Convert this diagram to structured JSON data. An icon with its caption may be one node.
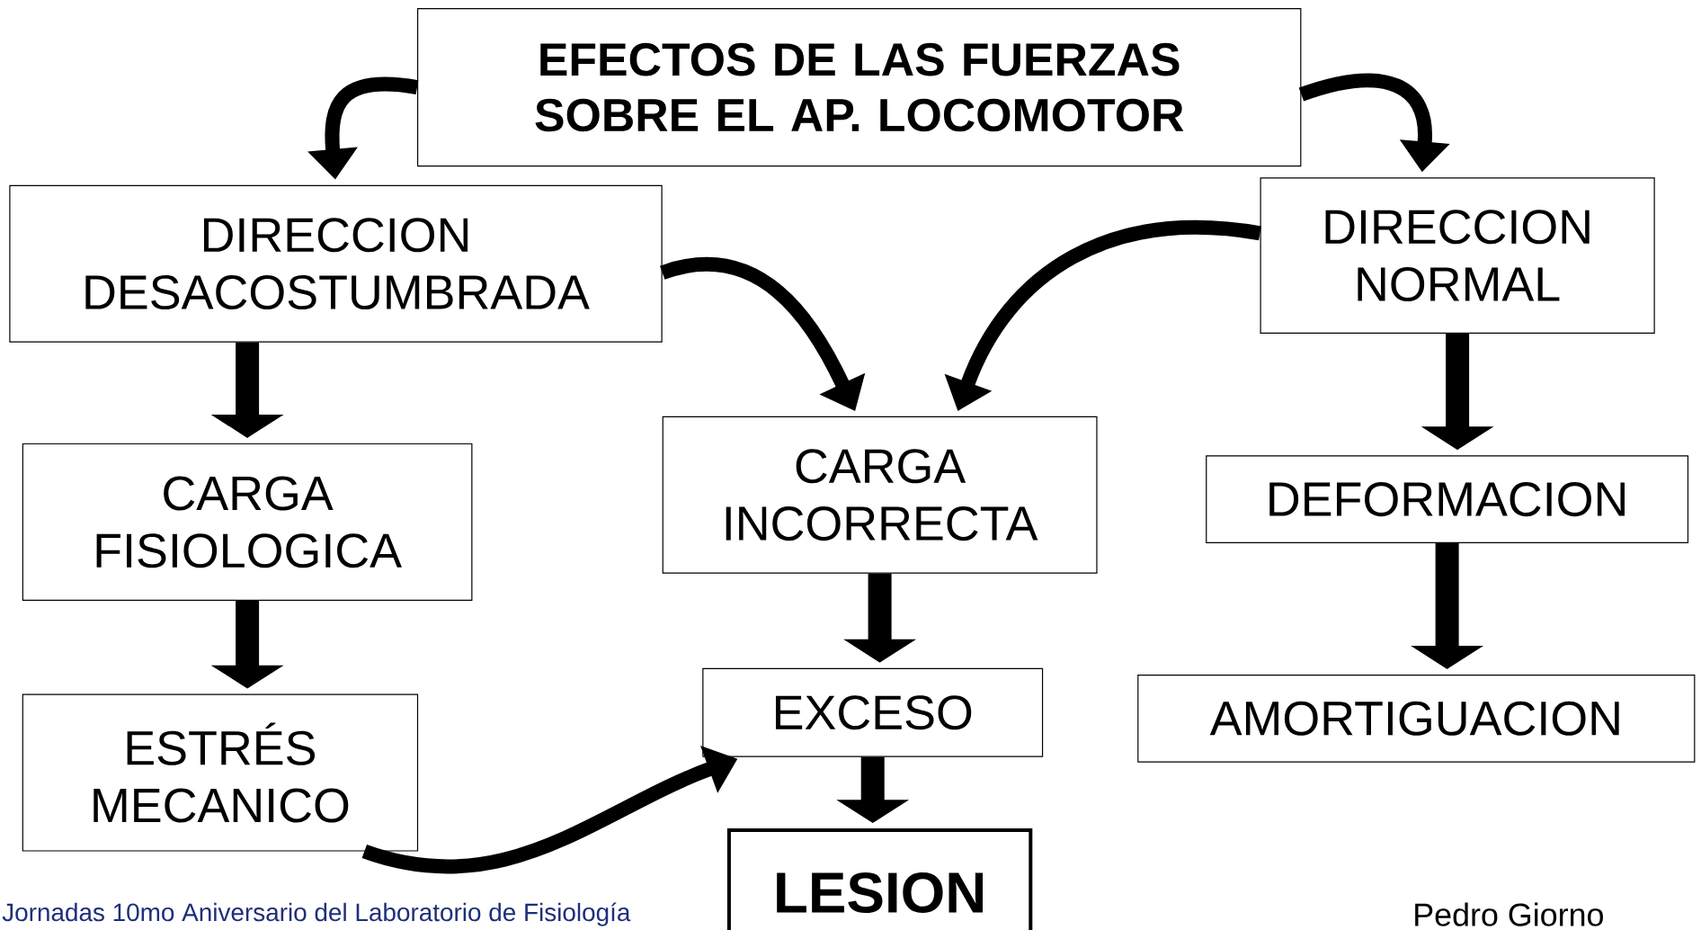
{
  "diagram": {
    "nodes": [
      {
        "text": [
          "EFECTOS DE LAS FUERZAS SOBRE EL AP. LOCOMOTOR"
        ]
      },
      {
        "text": [
          "DIRECCION DESACOSTUMBRADA"
        ]
      },
      {
        "text": [
          "DIRECCION NORMAL"
        ]
      },
      {
        "text": [
          "CARGA FISIOLOGICA"
        ]
      },
      {
        "text": [
          "CARGA INCORRECTA"
        ]
      },
      {
        "text": [
          "DEFORMACION"
        ]
      },
      {
        "text": [
          "ESTRÉS MECANICO"
        ]
      },
      {
        "text": [
          "EXCESO"
        ]
      },
      {
        "text": [
          "AMORTIGUACION"
        ]
      },
      {
        "text": [
          "LESION"
        ]
      }
    ],
    "edges": [
      {
        "from": 0,
        "to": 1,
        "arrow": "to"
      },
      {
        "from": 0,
        "to": 2,
        "arrow": "to"
      },
      {
        "from": 1,
        "to": 4,
        "arrow": "to"
      },
      {
        "from": 2,
        "to": 4,
        "arrow": "to"
      },
      {
        "from": 1,
        "to": 3,
        "arrow": "to"
      },
      {
        "from": 3,
        "to": 6,
        "arrow": "to"
      },
      {
        "from": 4,
        "to": 7,
        "arrow": "to"
      },
      {
        "from": 7,
        "to": 9,
        "arrow": "to"
      },
      {
        "from": 2,
        "to": 5,
        "arrow": "to"
      },
      {
        "from": 5,
        "to": 8,
        "arrow": "to"
      },
      {
        "from": 6,
        "to": 7,
        "arrow": "to"
      }
    ],
    "labels": [
      "Jornadas 10mo Aniversario del Laboratorio de Fisiología",
      "Pedro Giorno"
    ]
  }
}
